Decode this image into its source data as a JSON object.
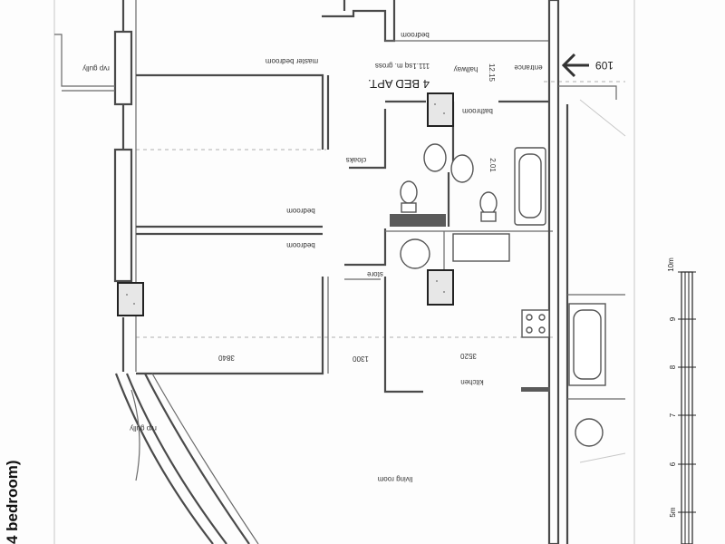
{
  "plan": {
    "side_title": "4 bedroom)",
    "apartment_type": "4 BED APT.",
    "gross_area": "111.1sq m. gross",
    "unit_number": "109",
    "scale_bar": {
      "top_label": "10m",
      "bottom_label": "5m",
      "ticks": [
        "9",
        "8",
        "7",
        "6"
      ]
    }
  },
  "rooms": {
    "master_bedroom": "master bedroom",
    "bedroom_top": "bedroom",
    "bedroom_mid_a": "bedroom",
    "bedroom_mid_b": "bedroom",
    "bathroom": "bathroom",
    "hallway": "hallway",
    "entrance": "entrance",
    "cloaks": "cloaks",
    "store": "store",
    "kitchen": "kitchen",
    "living_room": "living room",
    "rvp_gully_top": "rvp gully",
    "rvp_gully_bottom": "rvp gully"
  },
  "dimensions": {
    "hallway_len": "12.15",
    "bath_dim": "2.01",
    "bedroom_dim": "3840",
    "store_dim": "1300",
    "kitchen_dim": "3520"
  }
}
